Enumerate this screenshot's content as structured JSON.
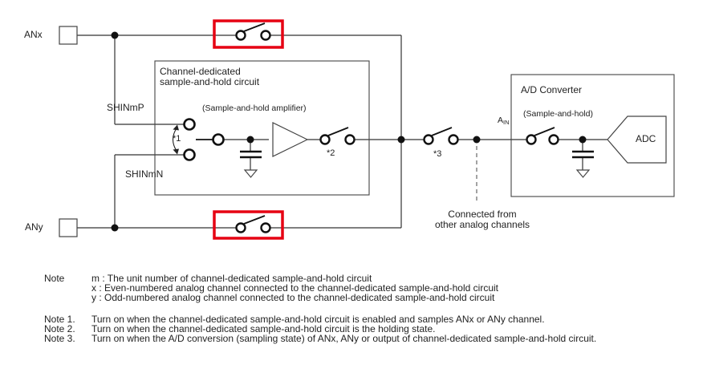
{
  "diagram": {
    "channels": {
      "anx_label": "ANx",
      "any_label": "ANy"
    },
    "sh_circuit": {
      "title_line1": "Channel-dedicated",
      "title_line2": "sample-and-hold circuit",
      "amp_caption": "(Sample-and-hold amplifier)",
      "input_p_label": "SHINmP",
      "input_n_label": "SHINmN",
      "switch1_ref": "*1",
      "switch2_ref": "*2"
    },
    "switch3_ref": "*3",
    "ain": {
      "main": "A",
      "sub": "IN"
    },
    "adc_block": {
      "title": "A/D Converter",
      "caption": "(Sample-and-hold)",
      "core_label": "ADC"
    },
    "connected_note_line1": "Connected from",
    "connected_note_line2": "other analog channels",
    "colors": {
      "highlight_red": "#e60012",
      "wire_black": "#333333"
    }
  },
  "notes": {
    "note_label": "Note",
    "def_m": "m : The unit number of channel-dedicated sample-and-hold circuit",
    "def_x": "x : Even-numbered analog channel connected to the channel-dedicated sample-and-hold circuit",
    "def_y": "y : Odd-numbered analog channel connected to the channel-dedicated sample-and-hold circuit",
    "numbered": [
      {
        "label": "Note 1.",
        "text": "Turn on when the channel-dedicated sample-and-hold circuit is enabled and samples ANx or ANy channel."
      },
      {
        "label": "Note 2.",
        "text": "Turn on when the channel-dedicated sample-and-hold circuit is the holding state."
      },
      {
        "label": "Note 3.",
        "text": "Turn on when the A/D conversion (sampling state) of ANx, ANy or output of channel-dedicated sample-and-hold circuit."
      }
    ]
  }
}
